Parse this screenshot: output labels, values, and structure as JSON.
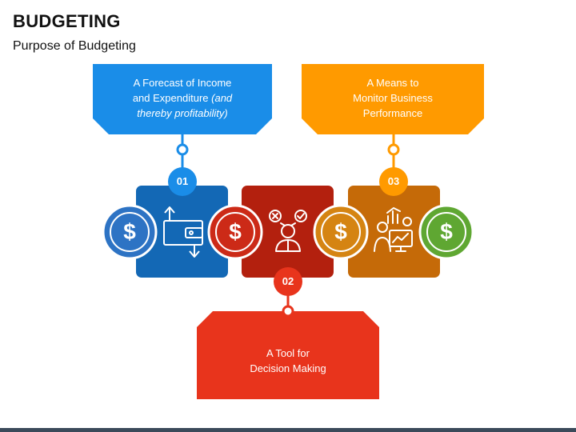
{
  "header": {
    "title": "BUDGETING",
    "subtitle": "Purpose of Budgeting"
  },
  "colors": {
    "blue": "#1a8de8",
    "blue_tile": "#1368b5",
    "red": "#e8341c",
    "red_tile": "#b3200e",
    "orange": "#ff9a00",
    "orange_tile": "#c56a08",
    "coin_blue": "#2d73c4",
    "coin_red": "#cc2a17",
    "coin_orange": "#d58412",
    "coin_green": "#5fa732"
  },
  "items": [
    {
      "number": "01",
      "line1": "A Forecast of Income",
      "line2_main": "and Expenditure",
      "line2_italic": "(and",
      "line3_italic": "thereby profitability)",
      "icon": "wallet-transfer-icon"
    },
    {
      "number": "02",
      "line1": "A Tool for",
      "line2": "Decision Making",
      "icon": "decision-maker-icon"
    },
    {
      "number": "03",
      "line1": "A Means to",
      "line2": "Monitor Business",
      "line3": "Performance",
      "icon": "performance-monitor-icon"
    }
  ],
  "coins": {
    "symbol": "$"
  }
}
